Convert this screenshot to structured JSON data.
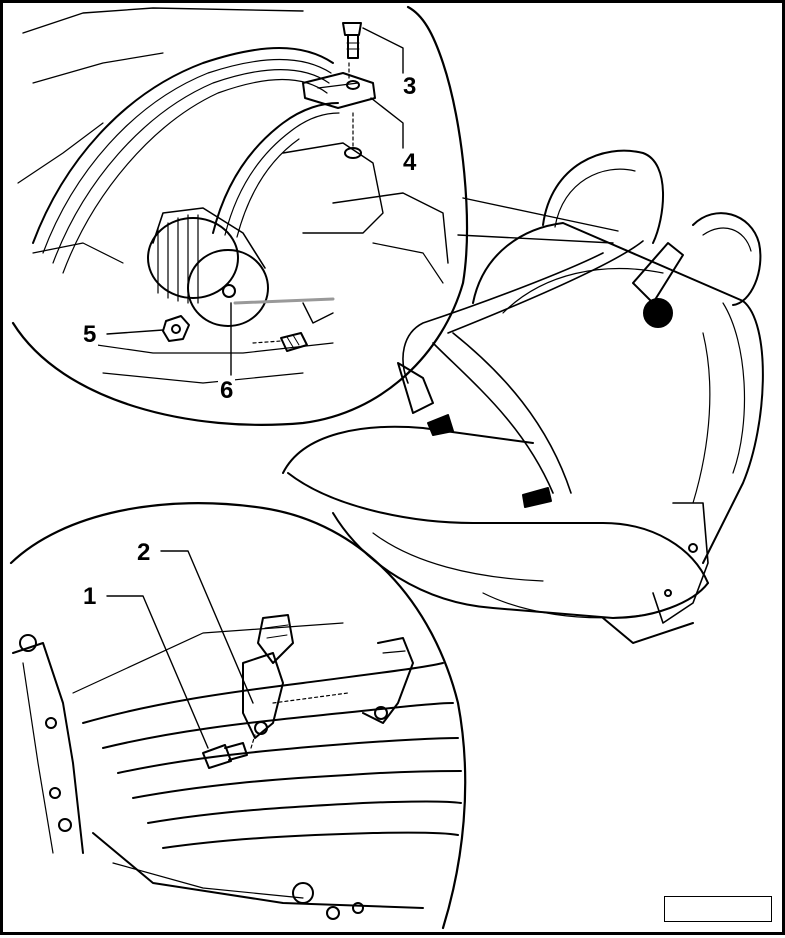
{
  "callouts": [
    {
      "id": "1",
      "label": "1"
    },
    {
      "id": "2",
      "label": "2"
    },
    {
      "id": "3",
      "label": "3"
    },
    {
      "id": "4",
      "label": "4"
    },
    {
      "id": "5",
      "label": "5"
    },
    {
      "id": "6",
      "label": "6"
    }
  ],
  "figure_id": "",
  "colors": {
    "line": "#000000",
    "belt_fill": "#d9d9d9",
    "background": "#ffffff"
  }
}
